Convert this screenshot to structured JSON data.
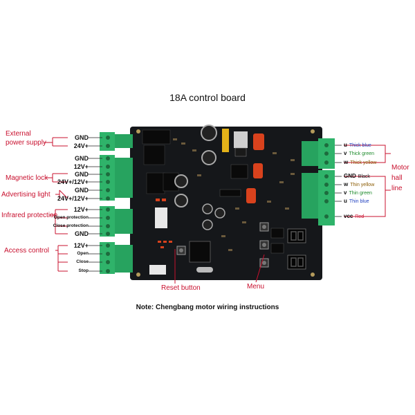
{
  "title": "18A control board",
  "note": "Note: Chengbang motor wiring instructions",
  "left_groups": [
    {
      "label": "External\npower supply",
      "pins": [
        "GND",
        "24V+"
      ]
    },
    {
      "label": "Magnetic lock",
      "pins": [
        "GND",
        "12V+"
      ]
    },
    {
      "label": "Advertising light",
      "pins": [
        "GND",
        "24V+/12V+"
      ]
    },
    {
      "label": "",
      "pins": [
        "GND",
        "24V+/12V+"
      ]
    },
    {
      "label": "Infrared protection",
      "pins": [
        "12V+",
        "Open protection",
        "Close protection",
        "GND"
      ]
    },
    {
      "label": "Access control",
      "pins": [
        "12V+",
        "Open",
        "Close",
        "Stop"
      ]
    }
  ],
  "right_pins": [
    {
      "pin": "u",
      "wire": "Thick blue",
      "color": "#1f3fbf"
    },
    {
      "pin": "v",
      "wire": "Thick green",
      "color": "#1c8a2a"
    },
    {
      "pin": "w",
      "wire": "Thick yellow",
      "color": "#8a5a00"
    },
    {
      "pin": "GND",
      "wire": "Black",
      "color": "#111111"
    },
    {
      "pin": "w",
      "wire": "Thin yellow",
      "color": "#8a5a00"
    },
    {
      "pin": "v",
      "wire": "Thin green",
      "color": "#1c8a2a"
    },
    {
      "pin": "u",
      "wire": "Thin blue",
      "color": "#1f3fbf"
    },
    {
      "pin": "vcc",
      "wire": "Red",
      "color": "#c8102e"
    }
  ],
  "right_label": "Motor\nhall\nline",
  "bottom_labels": {
    "reset": "Reset button",
    "menu": "Menu"
  },
  "colors": {
    "annotation": "#c8102e",
    "pcb": "#15171a",
    "terminal": "#2fb36a"
  }
}
